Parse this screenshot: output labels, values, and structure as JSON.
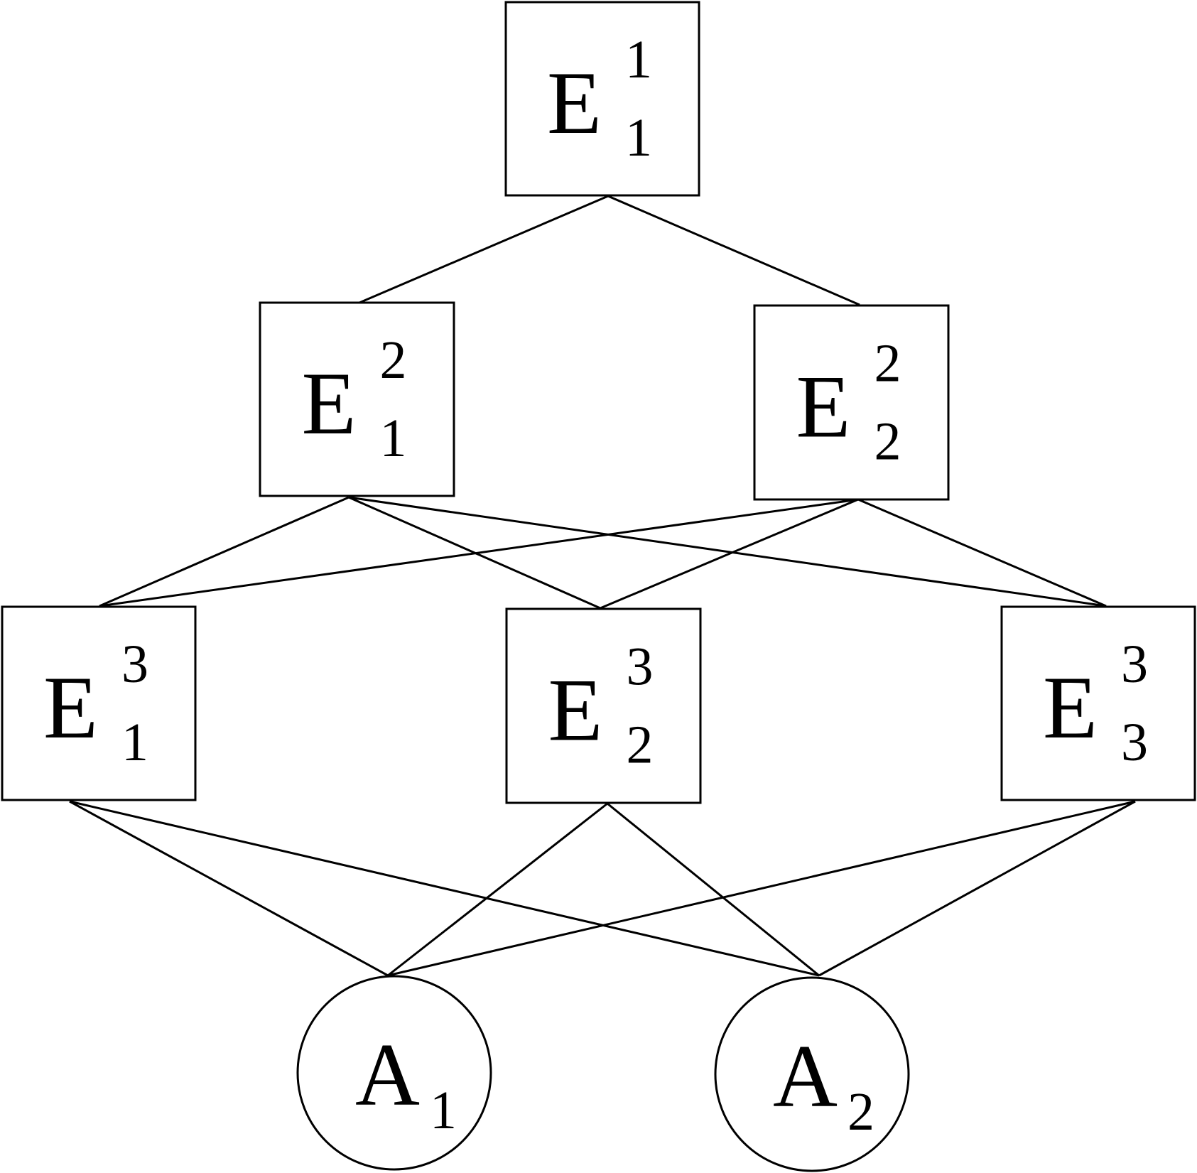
{
  "nodes": [
    {
      "id": "E1_1",
      "shape": "box",
      "base": "E",
      "sup": "1",
      "sub": "1"
    },
    {
      "id": "E1_2",
      "shape": "box",
      "base": "E",
      "sup": "2",
      "sub": "1"
    },
    {
      "id": "E2_2",
      "shape": "box",
      "base": "E",
      "sup": "2",
      "sub": "2"
    },
    {
      "id": "E1_3",
      "shape": "box",
      "base": "E",
      "sup": "3",
      "sub": "1"
    },
    {
      "id": "E2_3",
      "shape": "box",
      "base": "E",
      "sup": "3",
      "sub": "2"
    },
    {
      "id": "E3_3",
      "shape": "box",
      "base": "E",
      "sup": "3",
      "sub": "3"
    },
    {
      "id": "A1",
      "shape": "circle",
      "base": "A",
      "sup": "",
      "sub": "1"
    },
    {
      "id": "A2",
      "shape": "circle",
      "base": "A",
      "sup": "",
      "sub": "2"
    }
  ],
  "edges": [
    [
      "E1_1",
      "E1_2"
    ],
    [
      "E1_1",
      "E2_2"
    ],
    [
      "E1_2",
      "E1_3"
    ],
    [
      "E1_2",
      "E2_3"
    ],
    [
      "E1_2",
      "E3_3"
    ],
    [
      "E2_2",
      "E1_3"
    ],
    [
      "E2_2",
      "E2_3"
    ],
    [
      "E2_2",
      "E3_3"
    ],
    [
      "E1_3",
      "A1"
    ],
    [
      "E1_3",
      "A2"
    ],
    [
      "E2_3",
      "A1"
    ],
    [
      "E2_3",
      "A2"
    ],
    [
      "E3_3",
      "A1"
    ],
    [
      "E3_3",
      "A2"
    ]
  ]
}
